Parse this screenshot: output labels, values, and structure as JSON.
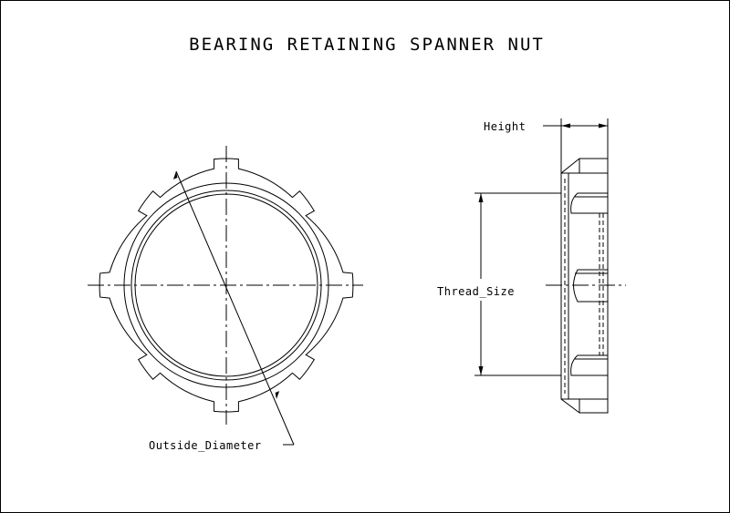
{
  "drawing": {
    "title": "BEARING RETAINING SPANNER NUT",
    "labels": {
      "height": "Height",
      "thread_size": "Thread_Size",
      "outside_diameter": "Outside_Diameter"
    },
    "colors": {
      "line": "#000000",
      "background": "#ffffff"
    }
  }
}
